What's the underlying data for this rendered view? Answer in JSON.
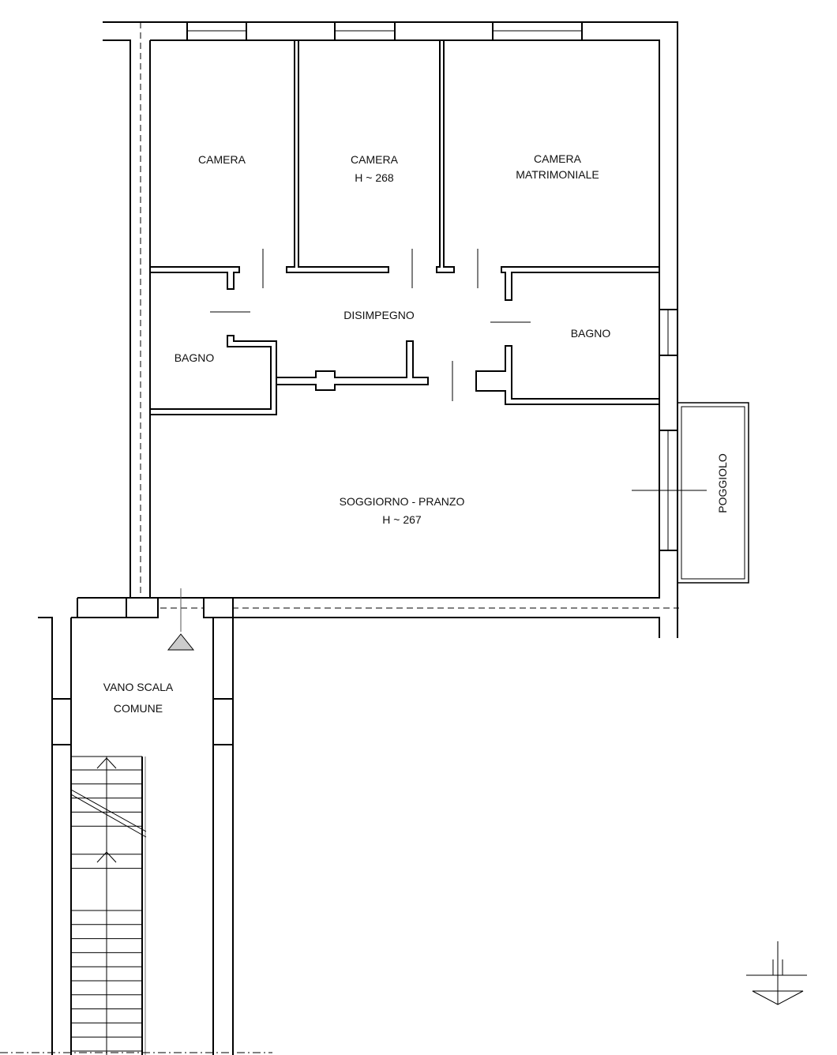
{
  "rooms": {
    "camera_1": {
      "name": "CAMERA"
    },
    "camera_2": {
      "name": "CAMERA",
      "height": "H ~ 268"
    },
    "camera_3": {
      "name": "CAMERA",
      "subtitle": "MATRIMONIALE"
    },
    "disimpegno": {
      "name": "DISIMPEGNO"
    },
    "bagno_left": {
      "name": "BAGNO"
    },
    "bagno_right": {
      "name": "BAGNO"
    },
    "soggiorno": {
      "name": "SOGGIORNO - PRANZO",
      "height": "H ~ 267"
    },
    "poggiolo": {
      "name": "POGGIOLO"
    },
    "vano_scala": {
      "name": "VANO SCALA",
      "subtitle": "COMUNE"
    }
  },
  "colors": {
    "wall_stroke": "#000000",
    "background": "#ffffff",
    "entrance_marker": "#bbbbbb"
  }
}
